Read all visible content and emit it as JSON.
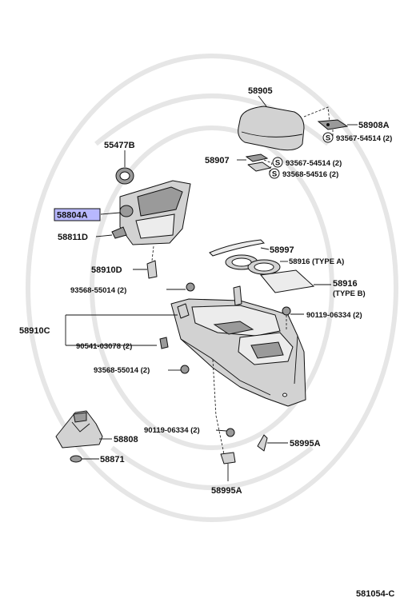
{
  "part_labels": {
    "p58905": "58905",
    "p58908A": "58908A",
    "p93567_54514_top": "93567-54514 (2)",
    "p55477B": "55477B",
    "p58907": "58907",
    "p93567_54514_mid": "93567-54514 (2)",
    "p93568_54516": "93568-54516 (2)",
    "p58804A": "58804A",
    "p58811D": "58811D",
    "p58997": "58997",
    "p58916A": "58916 (TYPE  A)",
    "p58910D": "58910D",
    "p58916B_num": "58916",
    "p58916B_type": "(TYPE  B)",
    "p93568_55014_a": "93568-55014 (2)",
    "p90119_06334_a": "90119-06334 (2)",
    "p58910C": "58910C",
    "p90541_03078": "90541-03078 (2)",
    "p93568_55014_b": "93568-55014 (2)",
    "p58808": "58808",
    "p90119_06334_b": "90119-06334 (2)",
    "p58995A_right": "58995A",
    "p58871": "58871",
    "p58995A_bottom": "58995A"
  },
  "screw_symbol": "S",
  "diagram_code": "581054-C",
  "highlight_color": "#b8b8ff"
}
